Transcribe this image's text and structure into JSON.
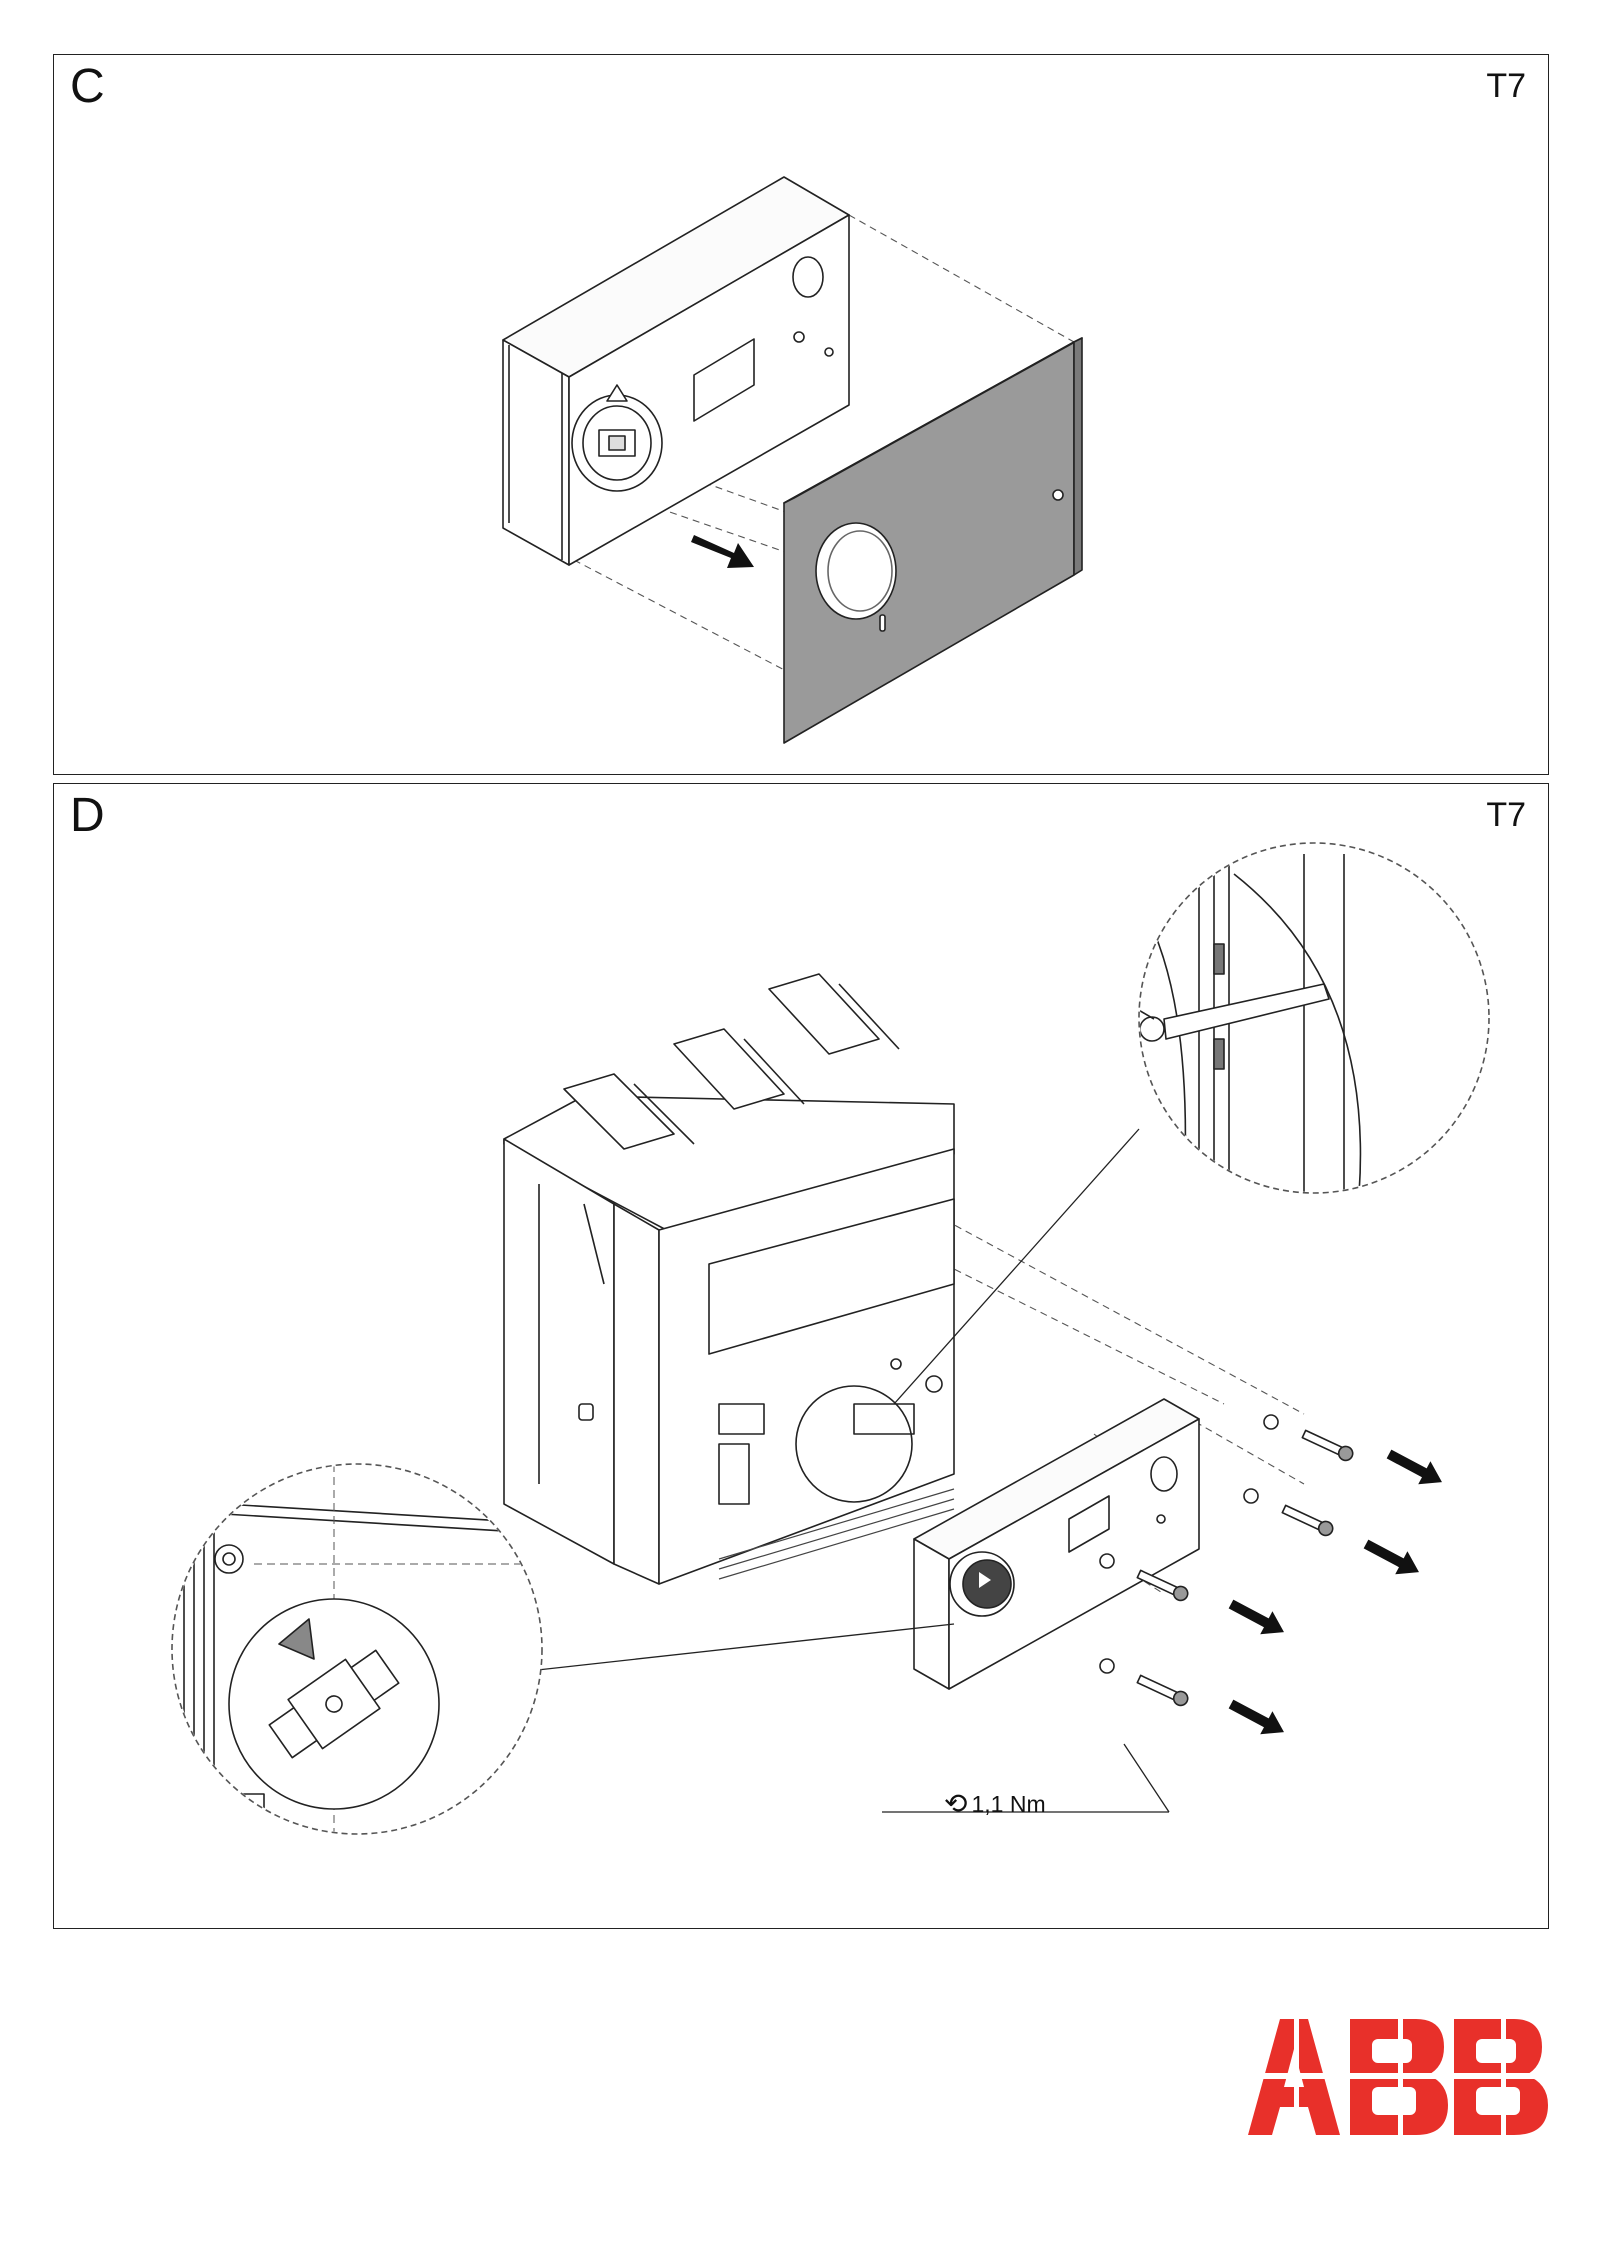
{
  "panel_c": {
    "letter": "C",
    "code": "T7"
  },
  "panel_d": {
    "letter": "D",
    "code": "T7"
  },
  "torque": {
    "icon": "torque-rotation-icon",
    "value": "1,1 Nm"
  },
  "logo": {
    "text": "ABB",
    "color": "#e8302a"
  },
  "colors": {
    "cover_fill": "#9a9a9a",
    "line": "#222222",
    "dashed": "#555555"
  }
}
